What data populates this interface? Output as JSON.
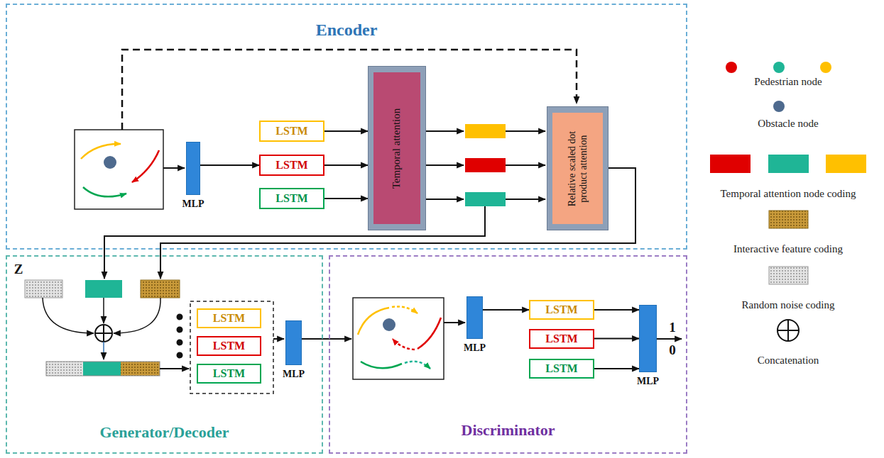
{
  "diagram": {
    "nodes": [
      {
        "text": [
          "Encoder"
        ]
      },
      {
        "text": [
          "MLP"
        ],
        "in": 0
      },
      {
        "text": [
          "LSTM"
        ],
        "in": 0
      },
      {
        "text": [
          "LSTM"
        ],
        "in": 0
      },
      {
        "text": [
          "LSTM"
        ],
        "in": 0
      },
      {
        "text": [
          "Temporal attention"
        ],
        "in": 0
      },
      {
        "text": [
          "Relative scaled dot product attention"
        ],
        "in": 0
      },
      {
        "text": [
          "Generator/Decoder"
        ]
      },
      {
        "text": [
          "LSTM"
        ],
        "in": 7
      },
      {
        "text": [
          "LSTM"
        ],
        "in": 7
      },
      {
        "text": [
          "LSTM"
        ],
        "in": 7
      },
      {
        "text": [
          "MLP"
        ],
        "in": 7
      },
      {
        "text": [
          "Discriminator"
        ]
      },
      {
        "text": [
          "MLP"
        ],
        "in": 12
      },
      {
        "text": [
          "LSTM"
        ],
        "in": 12
      },
      {
        "text": [
          "LSTM"
        ],
        "in": 12
      },
      {
        "text": [
          "LSTM"
        ],
        "in": 12
      },
      {
        "text": [
          "MLP"
        ],
        "in": 12
      }
    ],
    "edges": [
      {
        "from": 1,
        "to": 3,
        "arrow": "to"
      },
      {
        "from": 2,
        "to": 5,
        "arrow": "to"
      },
      {
        "from": 3,
        "to": 5,
        "arrow": "to"
      },
      {
        "from": 4,
        "to": 5,
        "arrow": "to"
      },
      {
        "from": 13,
        "to": 14,
        "arrow": "to"
      },
      {
        "from": 14,
        "to": 17,
        "arrow": "to"
      },
      {
        "from": 15,
        "to": 17,
        "arrow": "to"
      },
      {
        "from": 16,
        "to": 17,
        "arrow": "to"
      }
    ],
    "labels": [
      "Z",
      "1",
      "0"
    ],
    "legend": [
      {
        "text": "Pedestrian node"
      },
      {
        "text": "Obstacle node",
        "color": "#4e6a8e"
      },
      {
        "text": "Temporal attention node coding"
      },
      {
        "text": "Interactive feature coding"
      },
      {
        "text": "Random noise coding"
      },
      {
        "text": "Concatenation"
      }
    ]
  }
}
